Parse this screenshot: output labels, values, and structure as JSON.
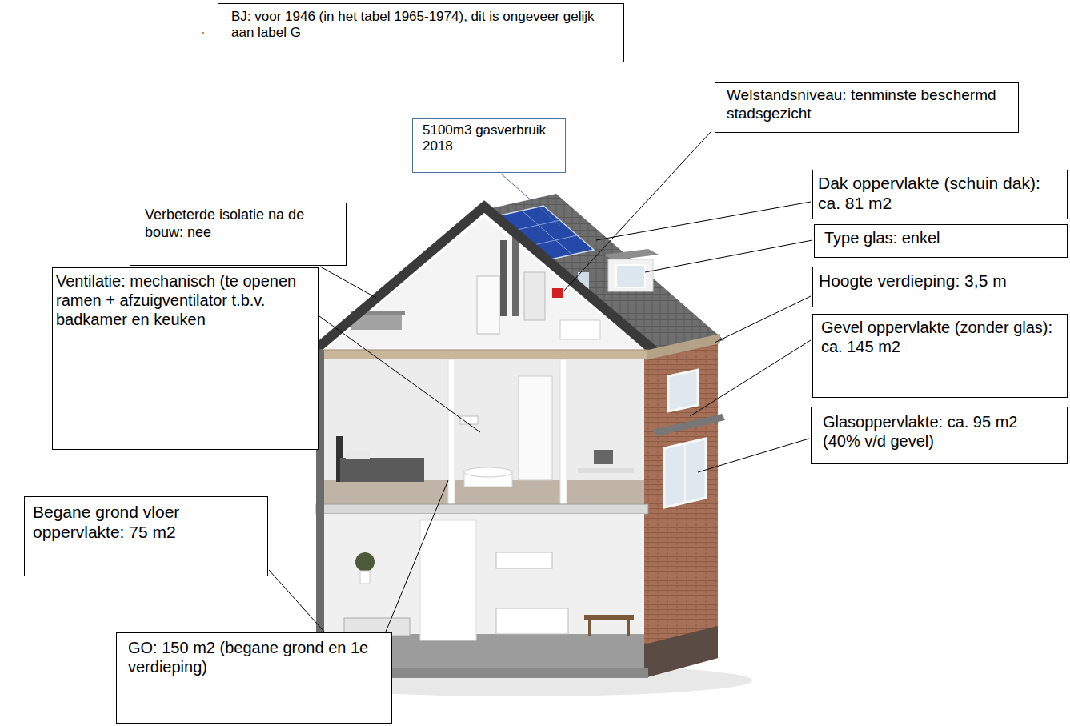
{
  "diagram": {
    "nodes": [
      {
        "text": [
          "BJ: voor 1946 (in het tabel 1965-1974), dit is ongeveer gelijk aan label G"
        ]
      },
      {
        "text": [
          "5100m3 gasverbruik 2018"
        ]
      },
      {
        "text": [
          "Welstandsniveau: tenminste beschermd stadsgezicht"
        ]
      },
      {
        "text": [
          "Dak oppervlakte (schuin dak): ca. 81 m2"
        ]
      },
      {
        "text": [
          "Verbeterde isolatie na de bouw: nee"
        ]
      },
      {
        "text": [
          "Type glas: enkel"
        ]
      },
      {
        "text": [
          "Ventilatie: mechanisch (te openen ramen + afzuigventilator t.b.v. badkamer en keuken"
        ]
      },
      {
        "text": [
          "Hoogte verdieping: 3,5 m"
        ]
      },
      {
        "text": [
          "Gevel oppervlakte (zonder glas): ca. 145 m2"
        ]
      },
      {
        "text": [
          "Glasoppervlakte: ca. 95 m2 (40% v/d gevel)"
        ]
      },
      {
        "text": [
          "Begane grond vloer oppervlakte: 75 m2"
        ]
      },
      {
        "text": [
          "GO: 150 m2 (begane grond en 1e verdieping)"
        ]
      }
    ],
    "labels": [
      "'"
    ]
  }
}
